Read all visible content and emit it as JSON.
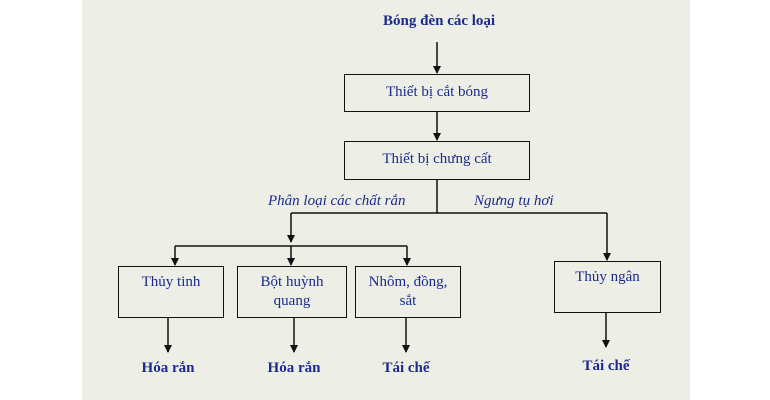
{
  "title": "Bóng đèn các loại",
  "steps": {
    "separator": "Thiết bị cắt bóng",
    "distiller": "Thiết bị chưng cất"
  },
  "branches": {
    "solids": "Phân loại các chất rắn",
    "vapor": "Ngưng tụ hơi"
  },
  "materials": {
    "glass": "Thủy tinh",
    "phosphor_line1": "Bột huỳnh",
    "phosphor_line2": "quang",
    "metals_line1": "Nhôm, đồng,",
    "metals_line2": "sắt",
    "mercury": "Thủy ngân"
  },
  "outcomes": {
    "glass": "Hóa rắn",
    "phosphor": "Hóa rắn",
    "metals": "Tái chế",
    "mercury": "Tái chế"
  }
}
